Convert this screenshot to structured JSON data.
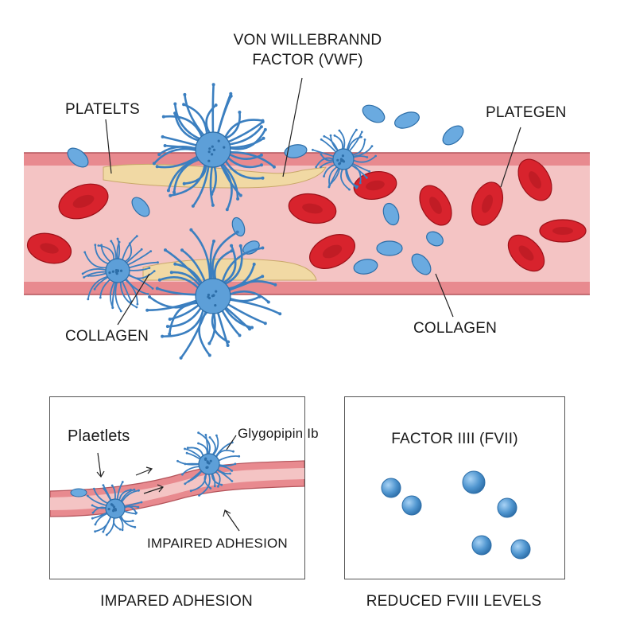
{
  "main": {
    "labels": {
      "vwf_line1": "VON WILLEBRANND",
      "vwf_line2": "FACTOR (VWF)",
      "platelts": "PLATELTS",
      "plategen": "PLATEGEN",
      "collagen_left": "COLLAGEN",
      "collagen_right": "COLLAGEN"
    }
  },
  "panel_left": {
    "platelets": "Plaetlets",
    "glyco": "Glygopipin Ib",
    "impaired": "IMPAIRED ADHESION",
    "caption": "IMPARED ADHESION"
  },
  "panel_right": {
    "title": "FACTOR IIII (FVII)",
    "caption": "REDUCED FVIII LEVELS"
  },
  "colors": {
    "vessel_wall": "#e88a8f",
    "vessel_lumen": "#f4c4c4",
    "rbc": "#d8232d",
    "platelet": "#4f95cf",
    "collagen": "#f1d9a4",
    "outline": "#555555"
  }
}
